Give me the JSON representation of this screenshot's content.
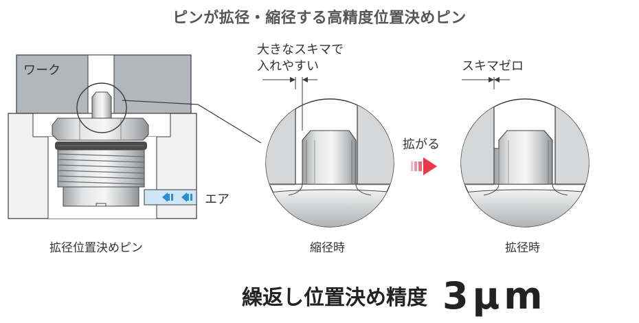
{
  "title": "ピンが拡径・縮径する高精度位置決めピン",
  "left_figure": {
    "work_label": "ワーク",
    "air_label": "エア",
    "caption": "拡径位置決めピン"
  },
  "middle_figure": {
    "note_line1": "大きなスキマで",
    "note_line2": "入れやすい",
    "caption": "縮径時"
  },
  "transition": {
    "label": "拡がる"
  },
  "right_figure": {
    "note": "スキマゼロ",
    "caption": "拡径時"
  },
  "footer": {
    "tagline": "繰返し位置決め精度",
    "accuracy": "3μm"
  },
  "colors": {
    "work_gray": "#b3b6ba",
    "steel": "#d4d6d8",
    "air_blue": "#3d9ad6",
    "arrow_red": "#e8394a",
    "outline": "#3a3a3a"
  }
}
